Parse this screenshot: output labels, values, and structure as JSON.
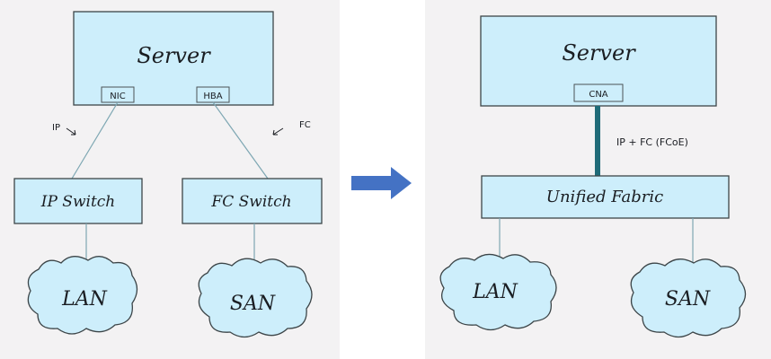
{
  "left": {
    "server_label": "Server",
    "nic_label": "NIC",
    "hba_label": "HBA",
    "ip_annotation": "IP",
    "fc_annotation": "FC",
    "ip_switch_label": "IP Switch",
    "fc_switch_label": "FC Switch",
    "lan_label": "LAN",
    "san_label": "SAN"
  },
  "right": {
    "server_label": "Server",
    "cna_label": "CNA",
    "link_annotation": "IP + FC (FCoE)",
    "fabric_label": "Unified Fabric",
    "lan_label": "LAN",
    "san_label": "SAN"
  },
  "colors": {
    "box_fill": "#cdeefb",
    "arrow": "#4472c4",
    "fcoe_link": "#1f6b78",
    "panel_bg": "#f3f2f3"
  }
}
